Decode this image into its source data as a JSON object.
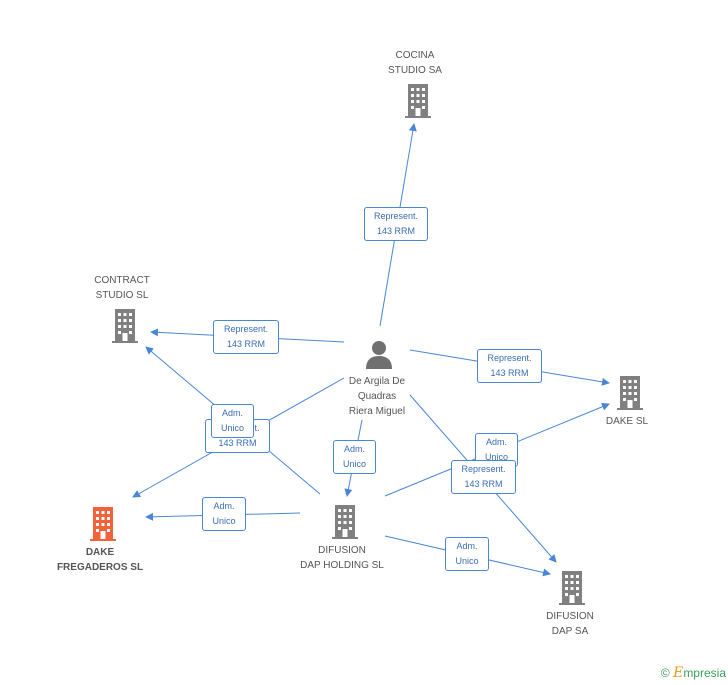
{
  "colors": {
    "building": "#808080",
    "focus": "#f4623a",
    "person": "#707070",
    "edge": "#4a86d8"
  },
  "nodes": {
    "cocina": {
      "label": "COCINA\nSTUDIO SA",
      "icon": "building-icon"
    },
    "contract": {
      "label": "CONTRACT\nSTUDIO SL",
      "icon": "building-icon"
    },
    "person": {
      "label": "De Argila De\nQuadras\nRiera Miguel",
      "icon": "person-icon"
    },
    "dake_sl": {
      "label": "DAKE SL",
      "icon": "building-icon"
    },
    "dake_freg": {
      "label": "DAKE\nFREGADEROS SL",
      "icon": "building-icon"
    },
    "difusion_holding": {
      "label": "DIFUSION\nDAP HOLDING SL",
      "icon": "building-icon"
    },
    "difusion_dap": {
      "label": "DIFUSION\nDAP SA",
      "icon": "building-icon"
    }
  },
  "edge_labels": {
    "person_cocina": "Represent.\n143 RRM",
    "person_contract": "Represent.\n143 RRM",
    "person_dake": "Represent.\n143 RRM",
    "person_freg": "Represent.\n143 RRM",
    "holding_contract": "Adm.\nUnico",
    "person_holding": "Adm.\nUnico",
    "holding_dake": "Adm.\nUnico",
    "person_difusion": "Represent.\n143 RRM",
    "holding_freg": "Adm.\nUnico",
    "holding_difusion": "Adm.\nUnico"
  },
  "credit": {
    "symbol": "©",
    "brand_initial": "E",
    "brand_rest": "mpresia"
  }
}
